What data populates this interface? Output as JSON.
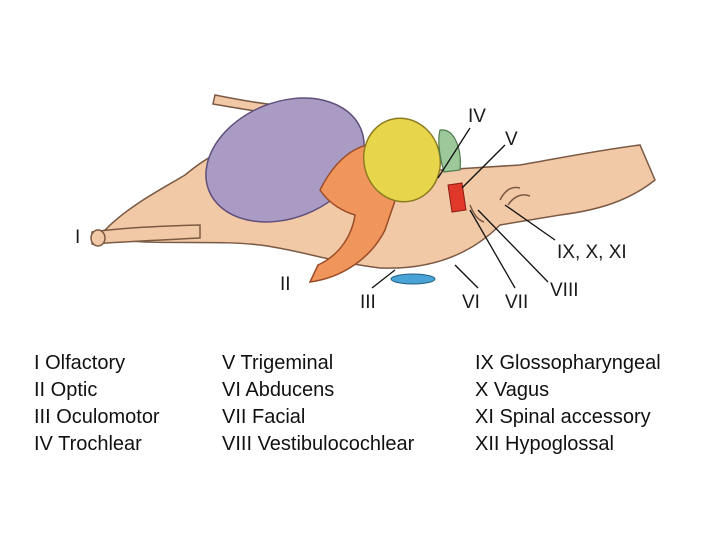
{
  "diagram": {
    "labels": {
      "I": "I",
      "II": "II",
      "III": "III",
      "IV": "IV",
      "V": "V",
      "VI": "VI",
      "VII": "VII",
      "VIII": "VIII",
      "IX_X_XI": "IX, X, XI"
    },
    "colors": {
      "brain": "#f2c9a6",
      "brain_outline": "#7a5a44",
      "cerebrum": "#a99bc4",
      "cerebellum": "#e7d54b",
      "optic_tract": "#f0955c",
      "trochlear_area": "#9cc89a",
      "trigeminal": "#e0392a",
      "oculomotor": "#4aa3d6"
    }
  },
  "legend": {
    "columns": [
      [
        "I Olfactory",
        "II Optic",
        "III Oculomotor",
        "IV Trochlear"
      ],
      [
        "V Trigeminal",
        "VI Abducens",
        "VII Facial",
        "VIII Vestibulocochlear"
      ],
      [
        "IX Glossopharyngeal",
        "X Vagus",
        "XI Spinal accessory",
        "XII Hypoglossal"
      ]
    ]
  }
}
